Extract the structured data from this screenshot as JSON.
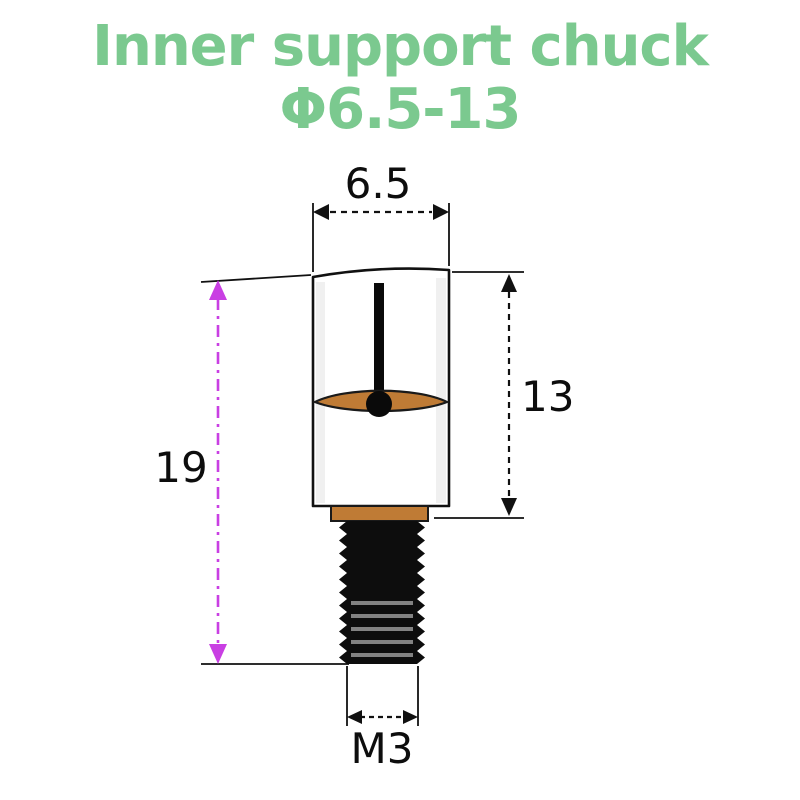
{
  "title": {
    "line1": "Inner support chuck",
    "line2": "Φ6.5-13"
  },
  "drawing": {
    "part_name": "inner support chuck with M3 threaded stud",
    "dimensions": {
      "top_width": "6.5",
      "body_height": "13",
      "overall_height": "19",
      "thread_spec": "M3"
    }
  },
  "colors": {
    "title_green": "#7bc98f",
    "dimension_black": "#111111",
    "overall_purple": "#c93fe3",
    "collet_orange": "#bf7b35",
    "body_white": "#ffffff",
    "stud_black": "#0d0d0d"
  }
}
